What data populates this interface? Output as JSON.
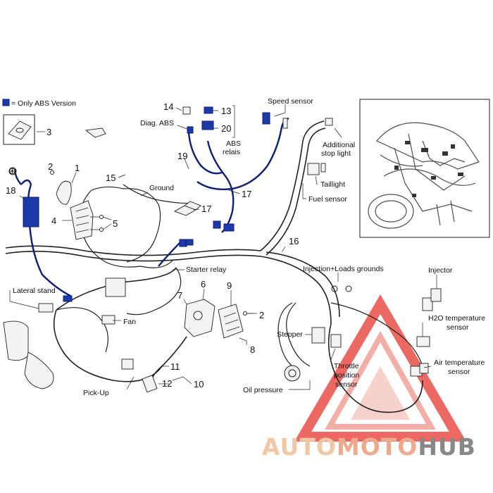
{
  "legend": {
    "text": "= Only ABS Version",
    "color": "#1c3aa8"
  },
  "part_numbers": [
    "1",
    "2",
    "3",
    "4",
    "5",
    "6",
    "7",
    "8",
    "9",
    "10",
    "11",
    "12",
    "13",
    "14",
    "15",
    "16",
    "17",
    "18",
    "19",
    "20"
  ],
  "labels": {
    "speed_sensor": "Speed sensor",
    "diag_abs": "Diag. ABS",
    "abs_relais_1": "ABS",
    "abs_relais_2": "relais",
    "additional_stop_1": "Additional",
    "additional_stop_2": "stop light",
    "taillight": "Taillight",
    "fuel_sensor": "Fuel sensor",
    "ground": "Ground",
    "starter_relay": "Starter relay",
    "lateral_stand": "Lateral stand",
    "fan": "Fan",
    "pick_up": "Pick-Up",
    "injection_grounds": "Injection+Loads grounds",
    "injector": "Injector",
    "h2o_temp_1": "H2O temperature",
    "h2o_temp_2": "sensor",
    "air_temp_1": "Air temperature",
    "air_temp_2": "sensor",
    "stepper": "Stepper",
    "throttle_1": "Throttle",
    "throttle_2": "position",
    "throttle_3": "sensor",
    "oil_pressure": "Oil pressure"
  },
  "watermark": {
    "part1": "AUTO",
    "part2": "MOTO",
    "part3": "HUB",
    "color_light": "#f2c7a6",
    "color_mid": "#eeaa8c",
    "color_dark": "#888888",
    "triangle_color": "#e8433c"
  }
}
